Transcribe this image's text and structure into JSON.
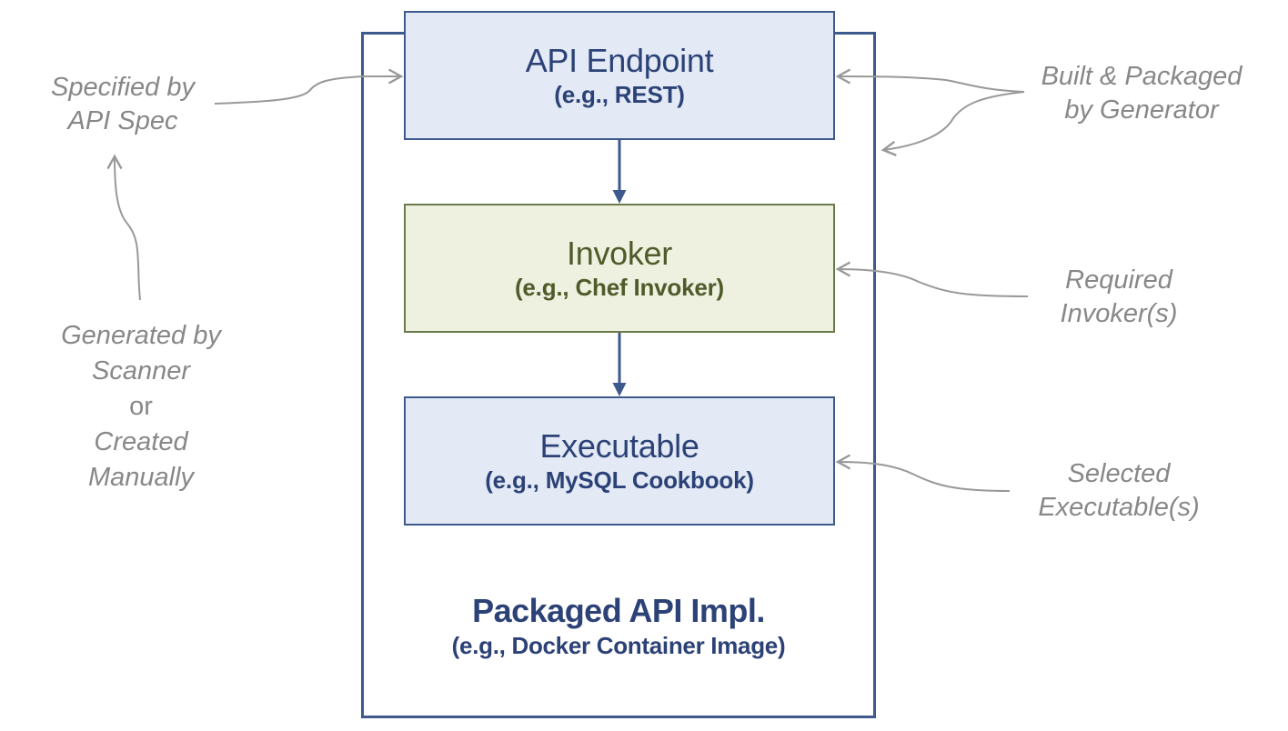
{
  "container": {
    "title": "Packaged API Impl.",
    "subtitle": "(e.g., Docker Container Image)"
  },
  "boxes": {
    "endpoint": {
      "title": "API Endpoint",
      "subtitle": "(e.g., REST)"
    },
    "invoker": {
      "title": "Invoker",
      "subtitle": "(e.g., Chef Invoker)"
    },
    "executable": {
      "title": "Executable",
      "subtitle": "(e.g., MySQL Cookbook)"
    }
  },
  "annotations": {
    "spec": {
      "line1": "Specified by",
      "line2": "API Spec"
    },
    "scanner": {
      "line1": "Generated by",
      "line2": "Scanner",
      "line3": "or",
      "line4": "Created",
      "line5": "Manually"
    },
    "generator": {
      "line1": "Built & Packaged",
      "line2": "by Generator"
    },
    "invoker": {
      "line1": "Required",
      "line2": "Invoker(s)"
    },
    "executable": {
      "line1": "Selected",
      "line2": "Executable(s)"
    }
  },
  "colors": {
    "box_border": "#3e5a8c",
    "box_blue_fill": "#e3eaf5",
    "box_green_fill": "#eef1e0",
    "text_blue": "#2c4277",
    "text_green": "#4f5b2a",
    "annotation_gray": "#888888"
  }
}
